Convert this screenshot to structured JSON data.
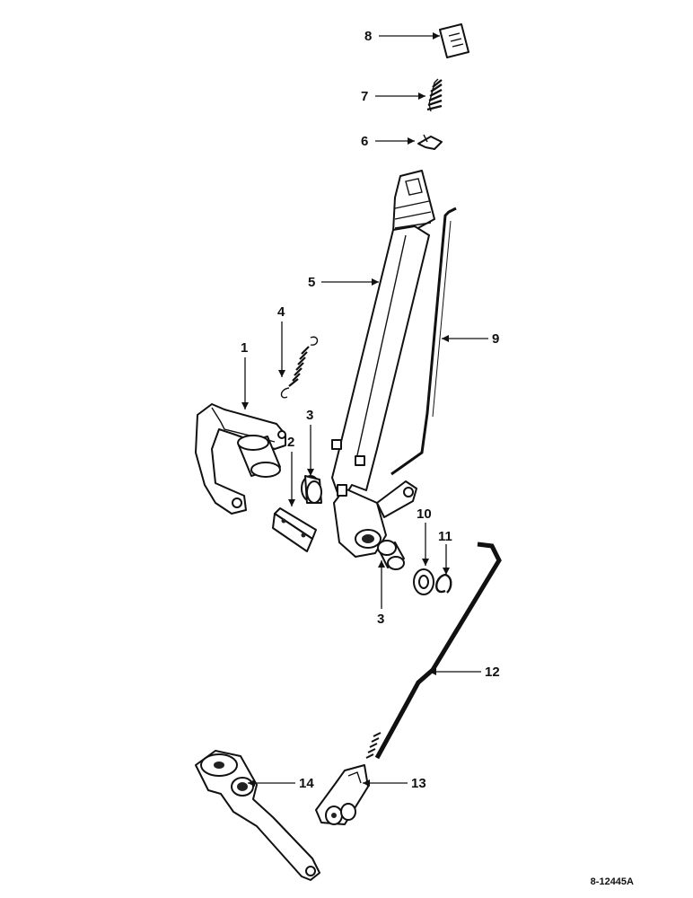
{
  "diagram": {
    "drawing_number": "8-12445A",
    "callouts": [
      "1",
      "2",
      "3",
      "3",
      "4",
      "5",
      "6",
      "7",
      "8",
      "9",
      "10",
      "11",
      "12",
      "13",
      "14"
    ],
    "parts": [
      {
        "id": "1",
        "shape": "pivot-bracket-with-shaft"
      },
      {
        "id": "2",
        "shape": "flat-plate"
      },
      {
        "id": "3",
        "shape": "bushing"
      },
      {
        "id": "4",
        "shape": "extension-spring"
      },
      {
        "id": "5",
        "shape": "control-lever"
      },
      {
        "id": "6",
        "shape": "clip"
      },
      {
        "id": "7",
        "shape": "compression-spring"
      },
      {
        "id": "8",
        "shape": "knob"
      },
      {
        "id": "9",
        "shape": "rod"
      },
      {
        "id": "10",
        "shape": "washer"
      },
      {
        "id": "11",
        "shape": "snap-ring"
      },
      {
        "id": "12",
        "shape": "bent-rod-threaded"
      },
      {
        "id": "13",
        "shape": "clevis"
      },
      {
        "id": "14",
        "shape": "bell-crank-arm"
      }
    ]
  }
}
